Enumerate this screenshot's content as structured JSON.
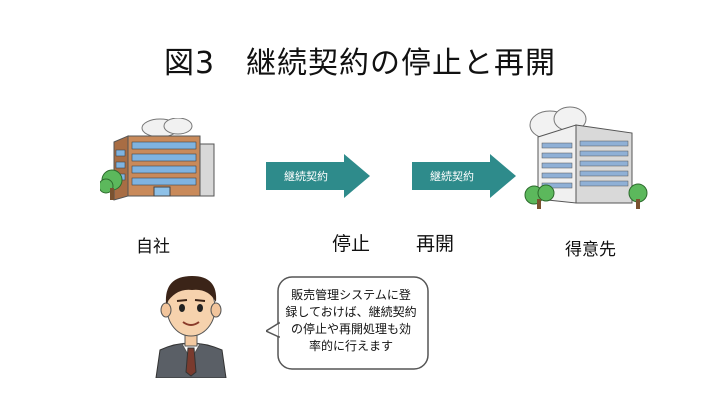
{
  "title": "図3　継続契約の停止と再開",
  "arrows": [
    {
      "label": "継続契約"
    },
    {
      "label": "継続契約"
    }
  ],
  "labels": {
    "own_company": "自社",
    "stop": "停止",
    "restart": "再開",
    "customer": "得意先"
  },
  "speech_bubble": {
    "lines": [
      "販売管理システムに登",
      "録しておけば、継続契約",
      "の停止や再開処理も効",
      "率的に行えます"
    ]
  },
  "colors": {
    "arrow": "#2e8b8b",
    "building_brown": "#c98a5a",
    "building_gray": "#e6e6e6",
    "tree": "#5cb85c"
  },
  "icons": [
    "company-building-icon",
    "customer-building-icon",
    "businessman-icon"
  ]
}
